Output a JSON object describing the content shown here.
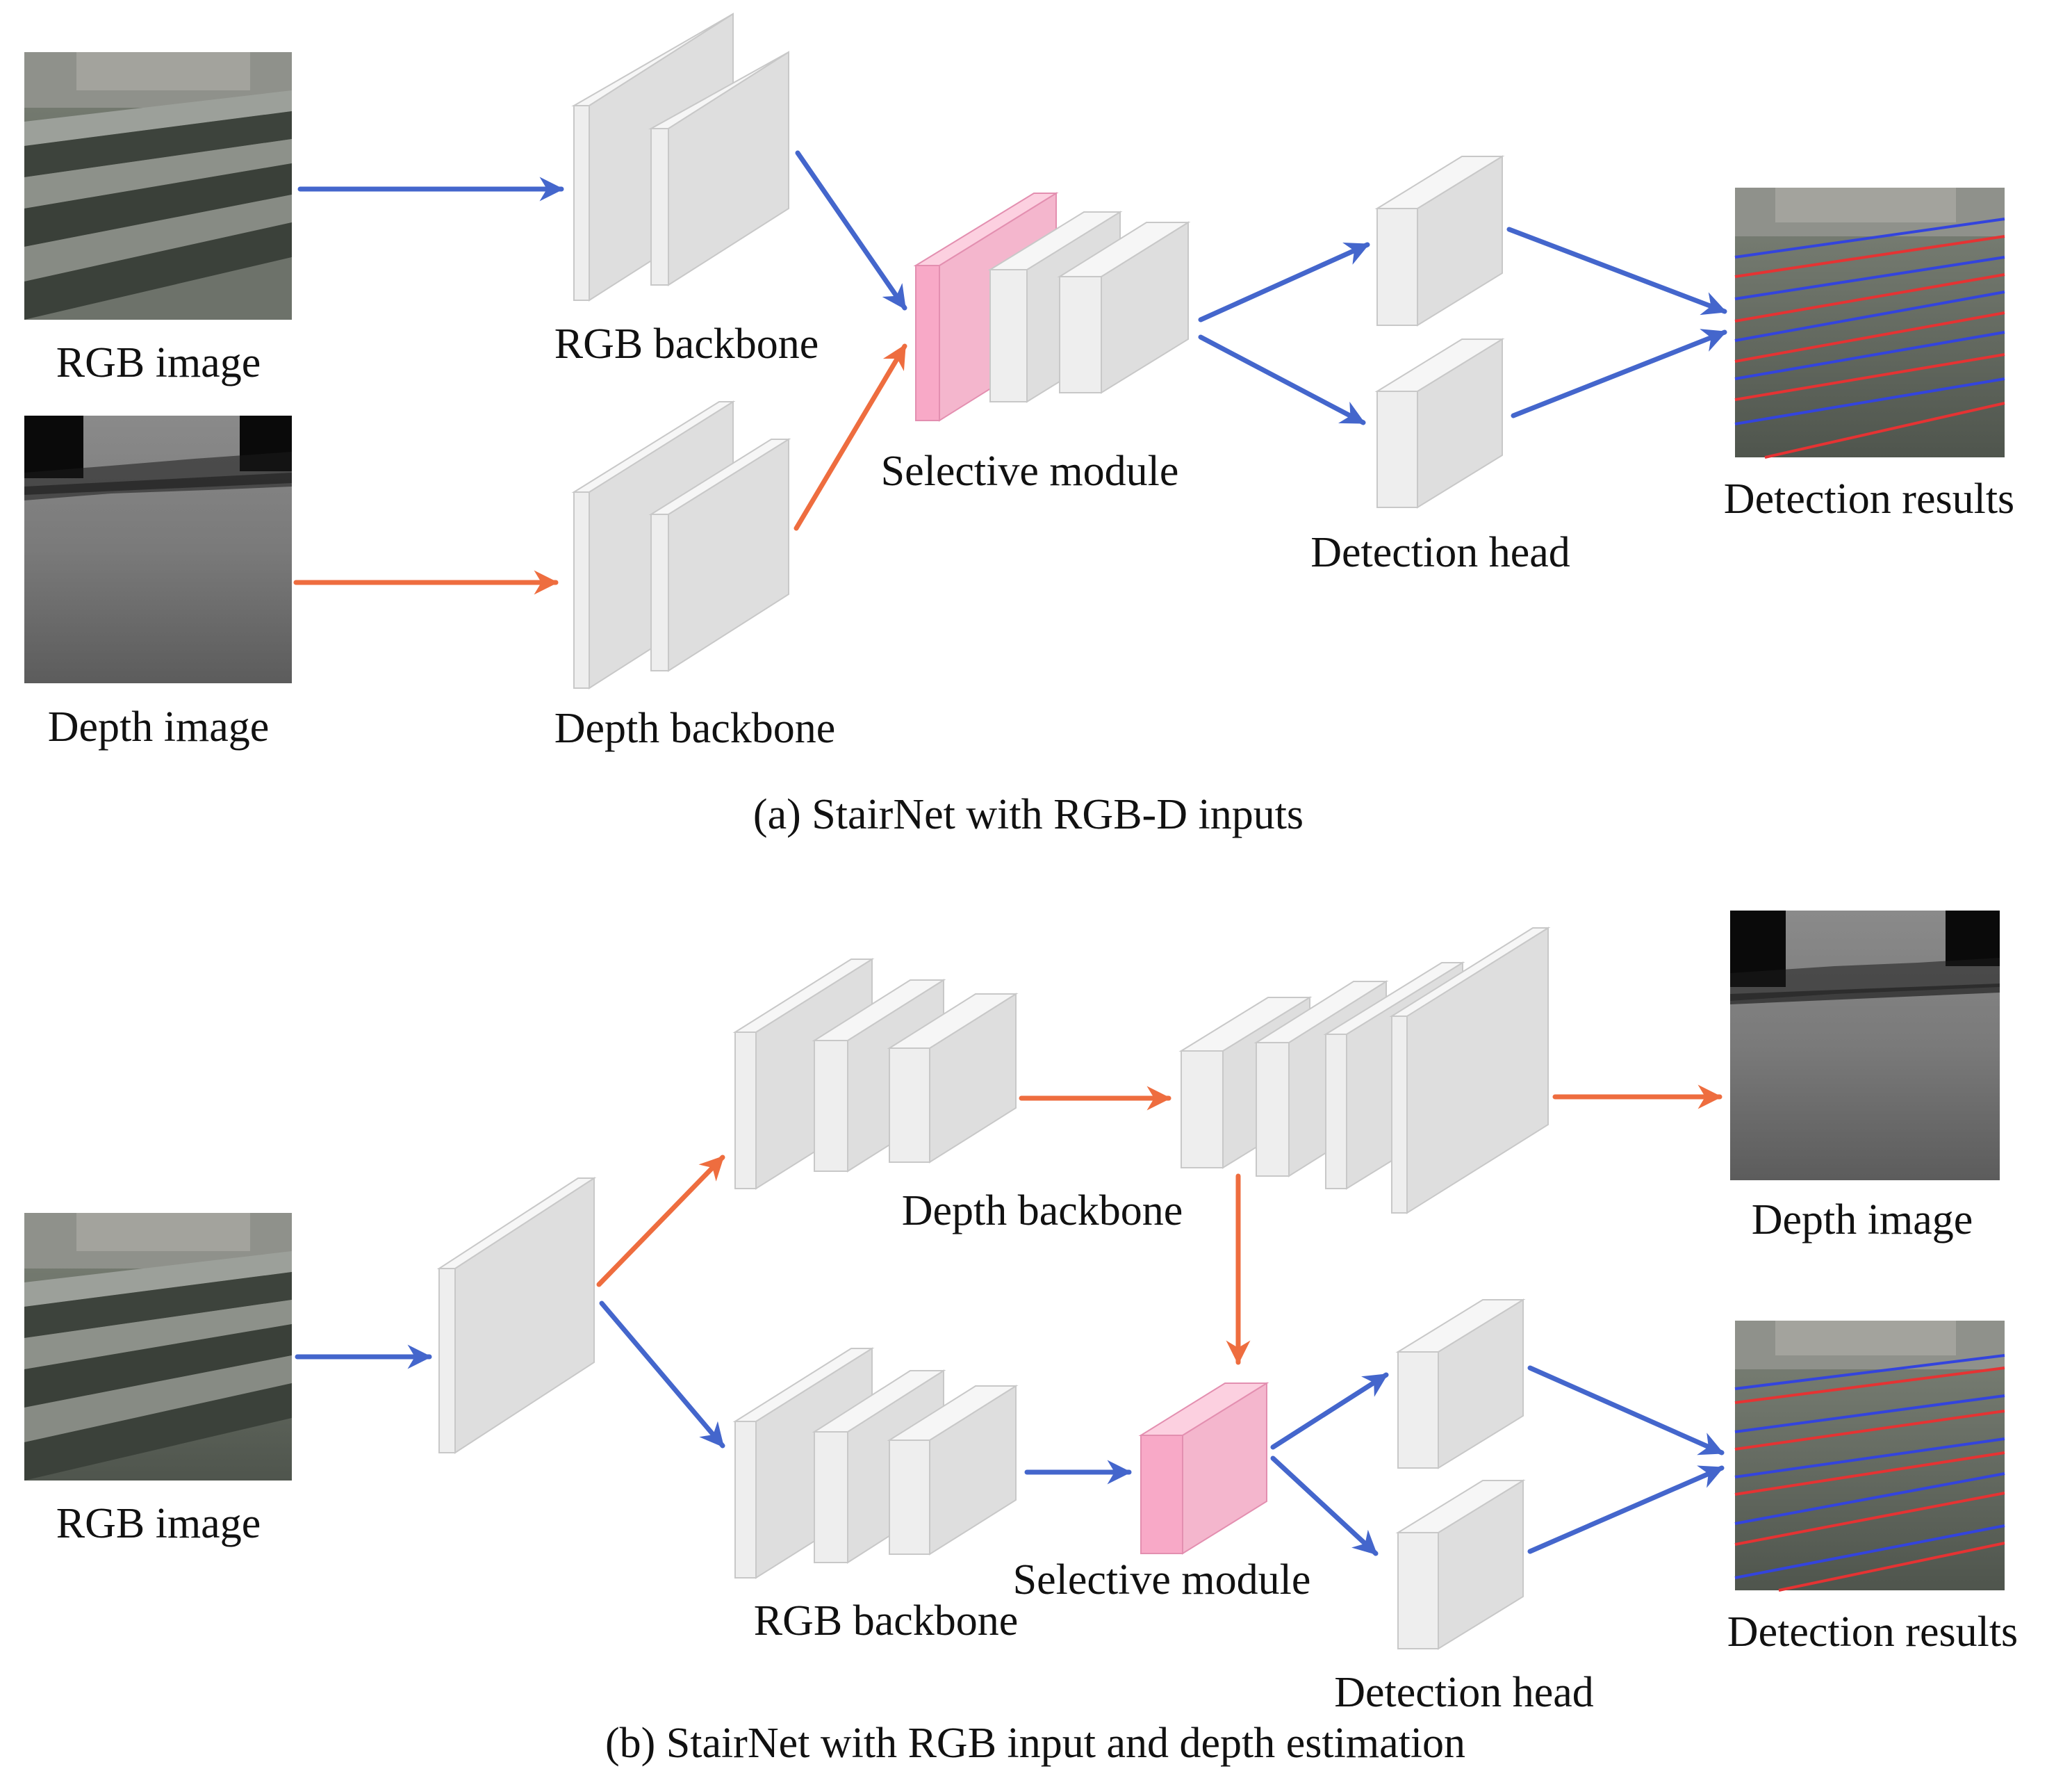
{
  "colors": {
    "rgb_arrow": "#4466cc",
    "depth_arrow": "#ee6d3f",
    "selective_module": "#f8a9c7",
    "block": "#eeeeee",
    "detection_line_red": "#e53333",
    "detection_line_blue": "#3344dd"
  },
  "panel_a": {
    "caption": "(a) StairNet with RGB-D inputs",
    "rgb_image_label": "RGB image",
    "depth_image_label": "Depth image",
    "rgb_backbone_label": "RGB backbone",
    "depth_backbone_label": "Depth backbone",
    "selective_module_label": "Selective module",
    "detection_head_label": "Detection head",
    "detection_results_label": "Detection results"
  },
  "panel_b": {
    "caption": "(b) StairNet with RGB input and depth estimation",
    "rgb_image_label": "RGB image",
    "depth_backbone_label": "Depth backbone",
    "depth_image_label": "Depth image",
    "rgb_backbone_label": "RGB backbone",
    "selective_module_label": "Selective module",
    "detection_head_label": "Detection head",
    "detection_results_label": "Detection results"
  }
}
